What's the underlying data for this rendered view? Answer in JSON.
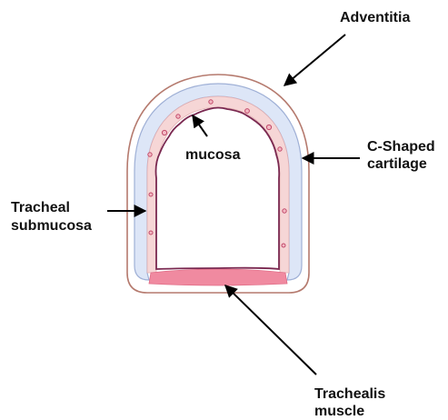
{
  "labels": {
    "adventitia": "Adventitia",
    "mucosa": "mucosa",
    "c_shaped_line1": "C-Shaped",
    "c_shaped_line2": "cartilage",
    "tracheal_line1": "Tracheal",
    "tracheal_line2": "submucosa",
    "trachealis_line1": "Trachealis",
    "trachealis_line2": "muscle"
  },
  "colors": {
    "adventitia_outline": "#b57a6e",
    "cartilage_fill": "#dde6f7",
    "cartilage_outline": "#9fb0d6",
    "submucosa_fill": "#f6d6d6",
    "mucosa_line": "#7a2850",
    "trachealis_fill": "#f08aa0",
    "gland_outline": "#c24a6a",
    "arrow": "#000000"
  }
}
